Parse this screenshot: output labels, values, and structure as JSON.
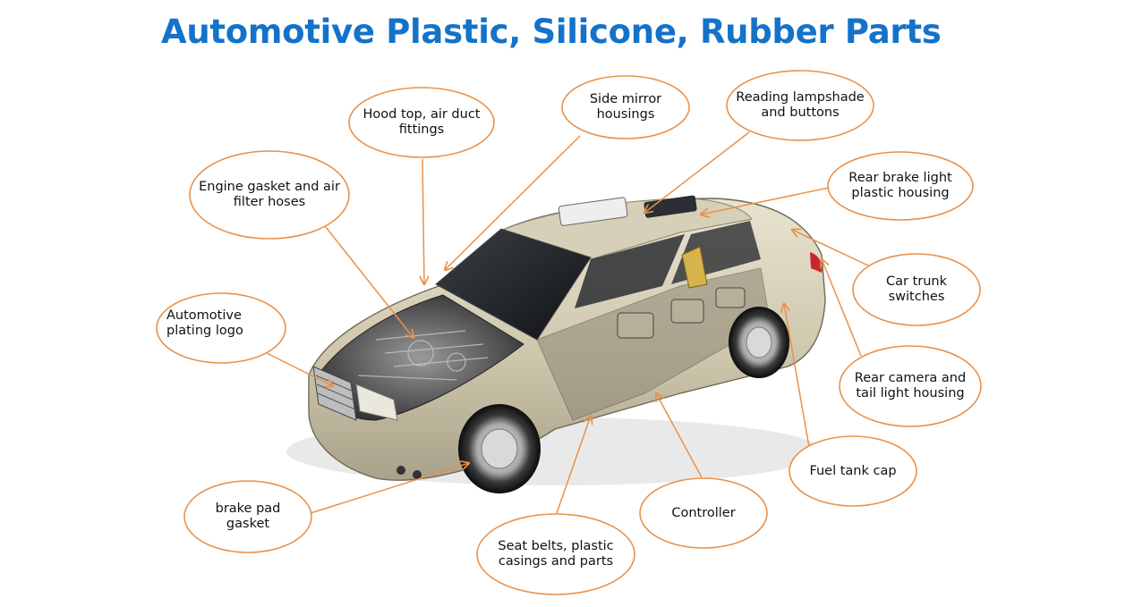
{
  "title": "Automotive Plastic, Silicone, Rubber Parts",
  "colors": {
    "title": "#1472c9",
    "accent_orange": "#e8914a",
    "car_body": "#cfc8b0"
  },
  "labels": [
    {
      "id": "hood-top",
      "text": "Hood top, air duct\nfittings"
    },
    {
      "id": "side-mirror",
      "text": "Side mirror\nhousings"
    },
    {
      "id": "reading-lampshade",
      "text": "Reading lampshade\nand buttons"
    },
    {
      "id": "engine-gasket",
      "text": "Engine gasket and air\nfilter hoses"
    },
    {
      "id": "rear-brake-light",
      "text": "Rear brake light\nplastic housing"
    },
    {
      "id": "car-trunk-switches",
      "text": "Car trunk\nswitches"
    },
    {
      "id": "plating-logo",
      "text": "Automotive\nplating logo"
    },
    {
      "id": "rear-camera",
      "text": "Rear camera and\ntail light housing"
    },
    {
      "id": "fuel-tank-cap",
      "text": "Fuel tank cap"
    },
    {
      "id": "brake-pad-gasket",
      "text": "brake pad\ngasket"
    },
    {
      "id": "controller",
      "text": "Controller"
    },
    {
      "id": "seat-belts",
      "text": "Seat belts, plastic\ncasings and parts"
    }
  ],
  "image": {
    "subject": "sedan-cutaway-illustration"
  }
}
